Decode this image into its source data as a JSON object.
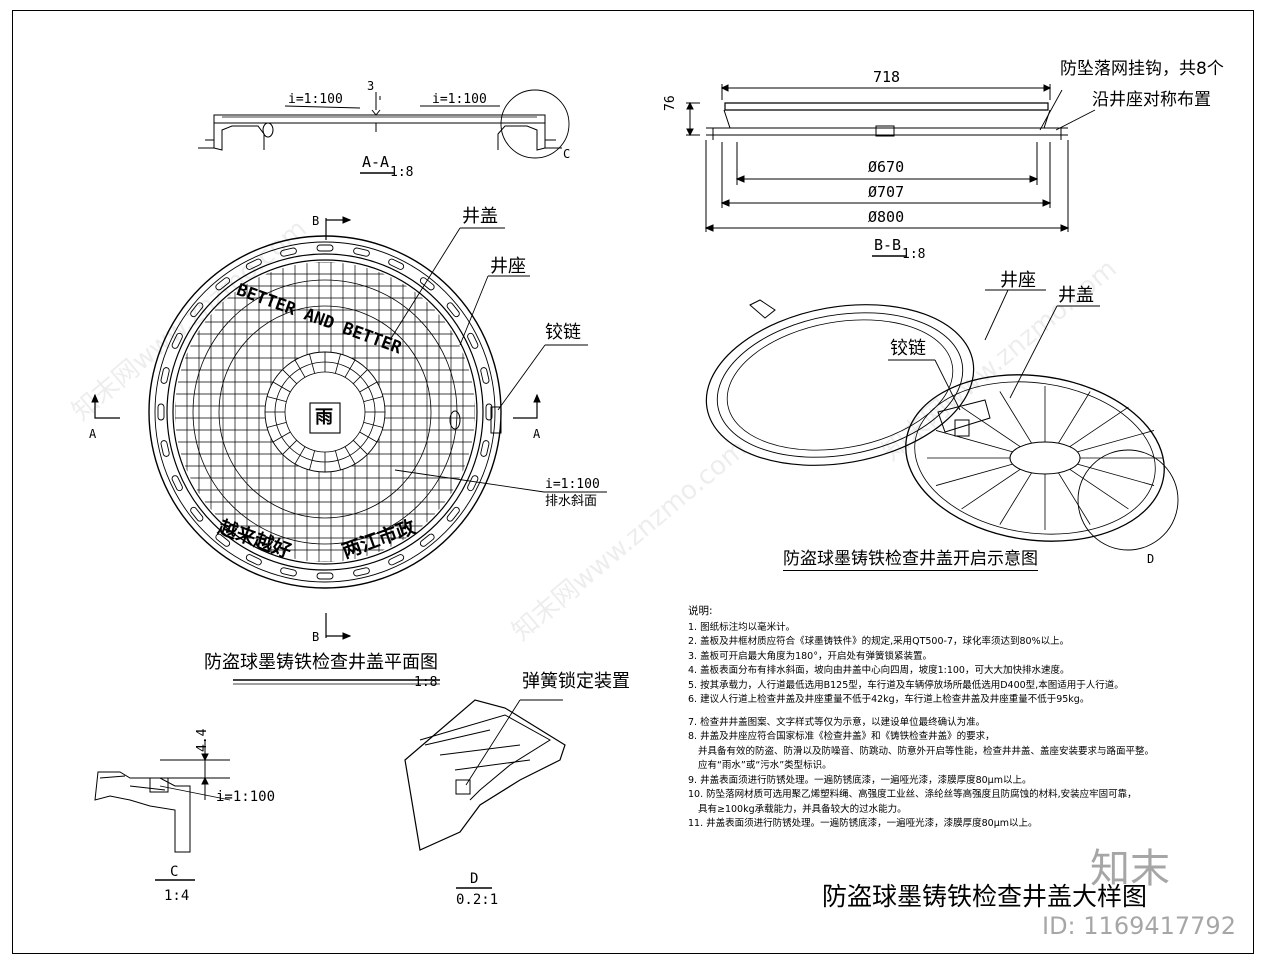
{
  "sheet_title": "防盗球墨铸铁检查井盖大样图",
  "section_aa": {
    "label": "A-A",
    "scale": "1:8",
    "slope_left": "i=1:100",
    "slope_right": "i=1:100",
    "depth": "3",
    "detail_callout": "C"
  },
  "section_bb": {
    "label": "B-B",
    "scale": "1:8",
    "width": "718",
    "height": "76",
    "dia1": "Ø670",
    "dia2": "Ø707",
    "dia3": "Ø800",
    "note_line1": "防坠落网挂钩，共8个",
    "note_line2": "沿井座对称布置"
  },
  "plan": {
    "title": "防盗球墨铸铁检查井盖平面图",
    "scale": "1:8",
    "cover_label": "井盖",
    "seat_label": "井座",
    "hinge_label": "铰链",
    "slope": "i=1:100",
    "slope_note": "排水斜面",
    "text_top": "BETTER AND BETTER",
    "text_bottom": "越来越好",
    "text_bottom2": "两江市政",
    "center_glyph": "雨",
    "cut_a": "A",
    "cut_b": "B"
  },
  "open_view": {
    "title": "防盗球墨铸铁检查井盖开启示意图",
    "seat_label": "井座",
    "cover_label": "井盖",
    "hinge_label": "铰链",
    "detail_callout": "D"
  },
  "detail_c": {
    "label": "C",
    "scale": "1:4",
    "dim": "4.4",
    "slope": "i=1:100"
  },
  "detail_d": {
    "label": "D",
    "scale": "0.2:1",
    "spring_label": "弹簧锁定装置"
  },
  "notes": {
    "heading": "说明:",
    "items": [
      "1. 图纸标注均以毫米计。",
      "2. 盖板及井框材质应符合《球墨铸铁件》的规定,采用QT500-7，球化率须达到80%以上。",
      "3. 盖板可开启最大角度为180°，开启处有弹簧锁紧装置。",
      "4. 盖板表面分布有排水斜面，坡向由井盖中心向四周，坡度1:100，可大大加快排水速度。",
      "5. 按其承载力，人行道最低选用B125型，车行道及车辆停放场所最低选用D400型,本图适用于人行道。",
      "6. 建议人行道上检查井盖及井座重量不低于42kg，车行道上检查井盖及井座重量不低于95kg。",
      "7. 检查井井盖图案、文字样式等仅为示意，以建设单位最终确认为准。",
      "8. 井盖及井座应符合国家标准《检查井盖》和《铸铁检查井盖》的要求，",
      "并具备有效的防盗、防滑以及防噪音、防跳动、防意外开启等性能，检查井井盖、盖座安装要求与路面平整。",
      "应有“雨水”或“污水”类型标识。",
      "9. 井盖表面须进行防锈处理。一遍防锈底漆，一遍哑光漆，漆膜厚度80μm以上。",
      "10. 防坠落网材质可选用聚乙烯塑料绳、高强度工业丝、涤纶丝等高强度且防腐蚀的材料,安装应牢固可靠，",
      "具有≥100kg承载能力，并具备较大的过水能力。",
      "11. 井盖表面须进行防锈处理。一遍防锈底漆，一遍哑光漆，漆膜厚度80μm以上。"
    ]
  },
  "brand": {
    "logo": "知末",
    "id": "ID: 1169417792"
  },
  "watermark": "知末网www.znzmo.com"
}
